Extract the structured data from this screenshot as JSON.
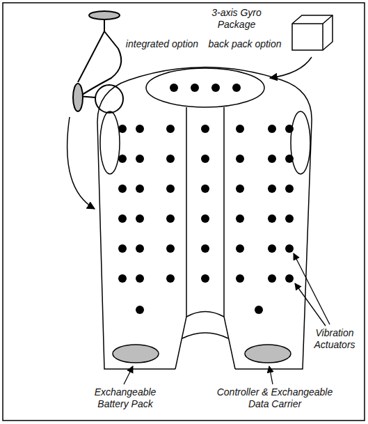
{
  "diagram": {
    "labels": [
      "3-axis Gyro Package",
      "integrated option",
      "back pack option",
      "Vibration Actuators",
      "Exchangeable Battery Pack",
      "Controller & Exchangeable Data Carrier"
    ]
  }
}
